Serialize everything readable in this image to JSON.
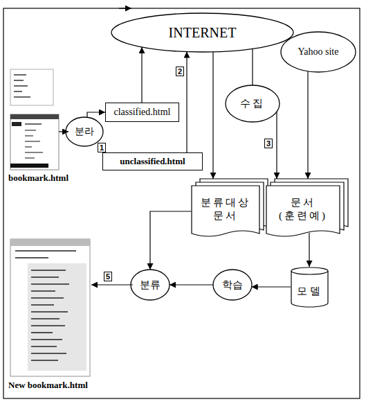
{
  "diagram": {
    "nodes": [
      {
        "text": [
          "INTERNET"
        ]
      },
      {
        "text": [
          "Yahoo site"
        ]
      },
      {
        "text": [
          "수집"
        ]
      },
      {
        "text": [
          "classified.html"
        ]
      },
      {
        "text": [
          "분라"
        ]
      },
      {
        "text": [
          "unclassified.html"
        ]
      },
      {
        "text": [
          "분류대상 문서"
        ]
      },
      {
        "text": [
          "문서 (훈련예)"
        ]
      },
      {
        "text": [
          "모델"
        ]
      },
      {
        "text": [
          "학습"
        ]
      },
      {
        "text": [
          "분류"
        ]
      }
    ],
    "edges": [
      {
        "from": 4,
        "to": 3,
        "arrow": "to"
      },
      {
        "from": 3,
        "to": 0,
        "arrow": "to"
      },
      {
        "from": 5,
        "to": 0,
        "arrow": "to"
      },
      {
        "from": 0,
        "to": 6,
        "arrow": "to"
      },
      {
        "from": 0,
        "to": 2,
        "arrow": "none"
      },
      {
        "from": 2,
        "to": 7,
        "arrow": "to"
      },
      {
        "from": 1,
        "to": 7,
        "arrow": "to"
      },
      {
        "from": 7,
        "to": 8,
        "arrow": "to"
      },
      {
        "from": 8,
        "to": 9,
        "arrow": "to"
      },
      {
        "from": 9,
        "to": 10,
        "arrow": "to"
      },
      {
        "from": 6,
        "to": 10,
        "arrow": "to"
      }
    ],
    "labels": [
      "bookmark.html",
      "New bookmark.html",
      "1",
      "2",
      "3",
      "5"
    ]
  }
}
